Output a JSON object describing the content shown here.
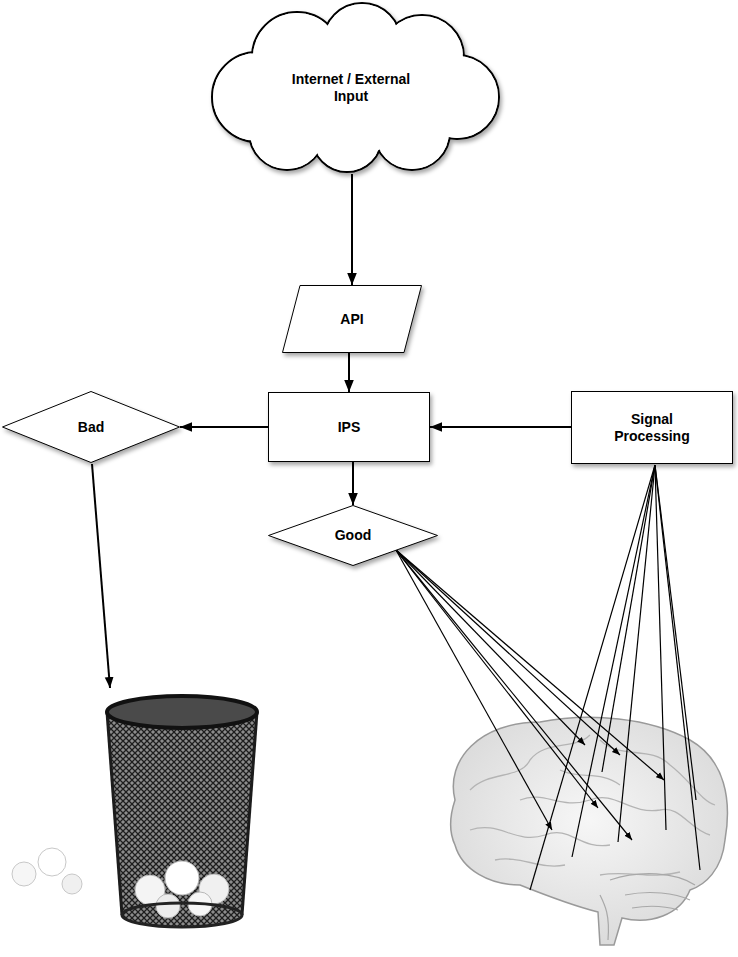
{
  "diagram": {
    "nodes": [
      {
        "text": [
          "Internet / External Input"
        ]
      },
      {
        "text": [
          "API"
        ]
      },
      {
        "text": [
          "Bad"
        ]
      },
      {
        "text": [
          "IPS"
        ]
      },
      {
        "text": [
          "Signal Processing"
        ]
      },
      {
        "text": [
          "Good"
        ]
      }
    ],
    "edges": [
      {
        "from": 0,
        "to": 1,
        "arrow": "to"
      },
      {
        "from": 1,
        "to": 3,
        "arrow": "to"
      },
      {
        "from": 4,
        "to": 3,
        "arrow": "to"
      },
      {
        "from": 3,
        "to": 2,
        "arrow": "to"
      },
      {
        "from": 3,
        "to": 5,
        "arrow": "to"
      }
    ]
  }
}
